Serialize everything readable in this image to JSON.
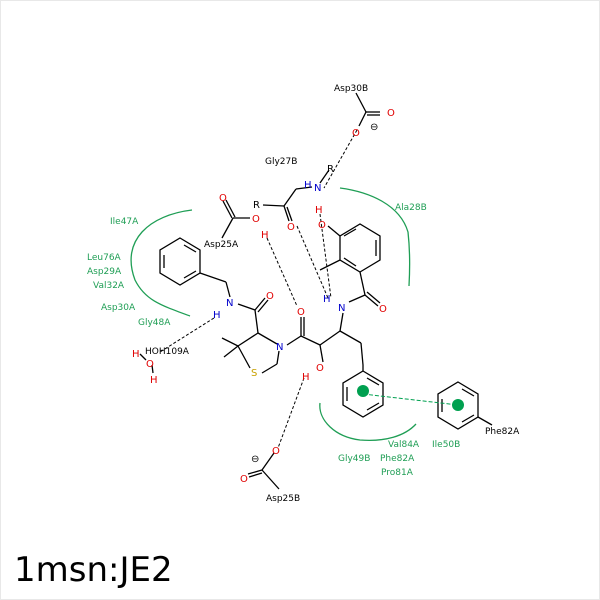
{
  "title": "1msn:JE2",
  "colors": {
    "bond": "#000000",
    "oxygen": "#e00000",
    "nitrogen": "#0000cc",
    "sulfur": "#c8a000",
    "hydrophobic": "#1f9e55",
    "residue_label": "#000000"
  },
  "residues": {
    "asp30b": "Asp30B",
    "gly27b": "Gly27B",
    "ala28b": "Ala28B",
    "ile47a": "Ile47A",
    "asp25a": "Asp25A",
    "leu76a": "Leu76A",
    "asp29a": "Asp29A",
    "val32a": "Val32A",
    "asp30a": "Asp30A",
    "gly48a": "Gly48A",
    "hoh109a": "HOH109A",
    "phe82a_pi": "Phe82A",
    "val84a": "Val84A",
    "ile50b": "Ile50B",
    "gly49b": "Gly49B",
    "phe82a": "Phe82A",
    "pro81a": "Pro81A",
    "asp25b": "Asp25B"
  },
  "atoms": {
    "o": "O",
    "n": "N",
    "h": "H",
    "s": "S",
    "r": "R",
    "minus": "⊖"
  }
}
